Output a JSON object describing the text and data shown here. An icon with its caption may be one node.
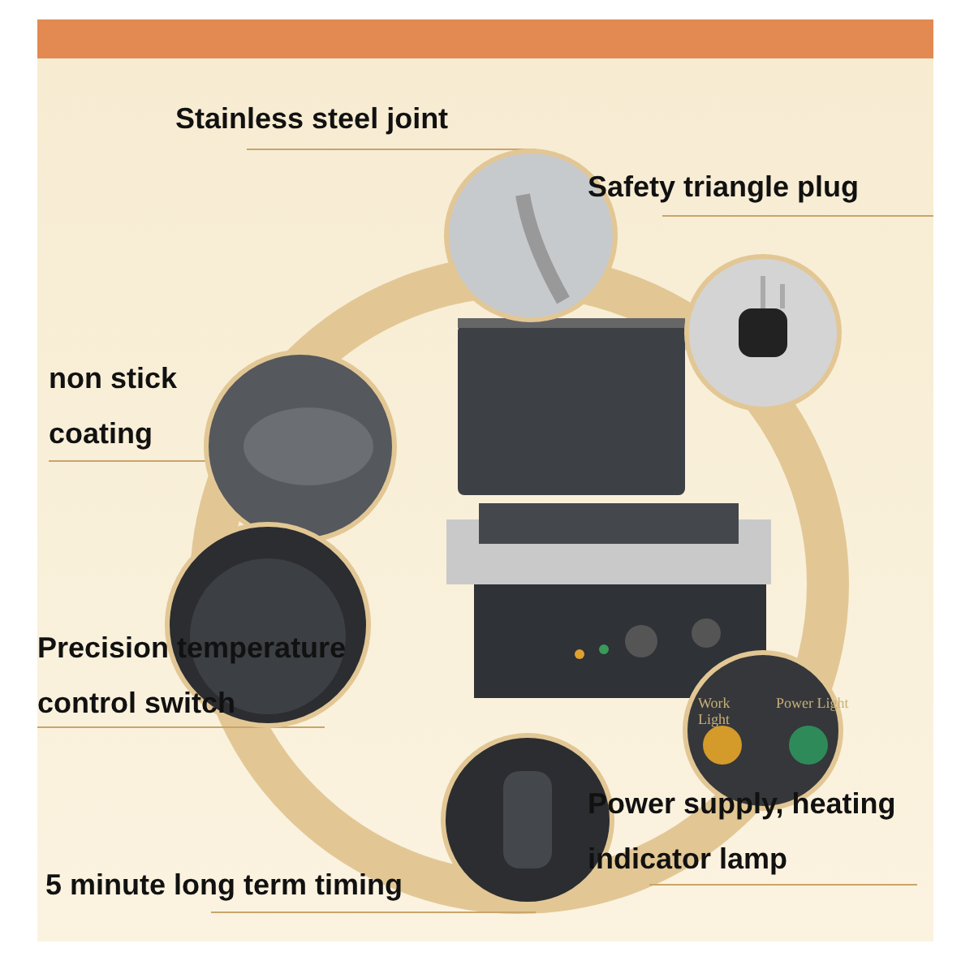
{
  "diagram": {
    "labels": [
      "Stainless steel joint",
      "Safety triangle plug",
      "non stick coating",
      "Precision temperature control switch",
      "Power supply, heating indicator lamp",
      "5 minute long term timing",
      "Work Light",
      "Power Light"
    ]
  }
}
